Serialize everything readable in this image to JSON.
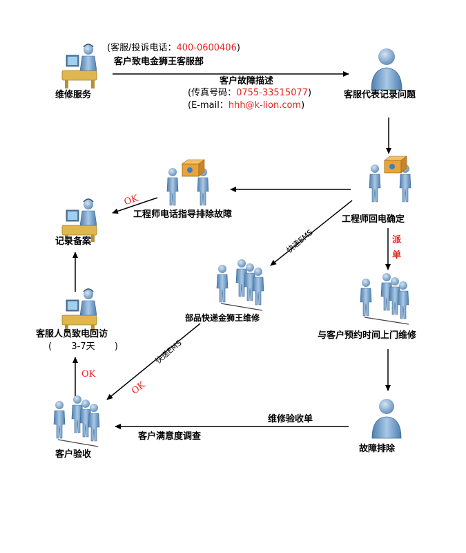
{
  "colors": {
    "accent_red": "#e8231f",
    "person_blue": "#7fa9d0",
    "person_dark": "#3e6a96",
    "box_orange": "#e8a33a",
    "desk_yellow": "#e0b64e"
  },
  "icons": {
    "service_agent": "agent-at-desk-icon",
    "single_person": "person-icon",
    "handover": "person-handing-box-icon",
    "team": "team-icon"
  },
  "nodes": {
    "repair_service": "维修服务",
    "csr_record": "客服代表记录问题",
    "engineer_callback": "工程师回电确定",
    "engineer_phone_guide": "工程师电话指导排除故障",
    "record_archive": "记录备案",
    "parts_express": "部品快递金狮王维修",
    "onsite_repair": "与客户预约时间上门维修",
    "cs_callback_line1": "客服人员致电回访",
    "cs_callback_open": "(",
    "cs_callback_days": "3-7天",
    "cs_callback_close": ")",
    "customer_accept": "客户验收",
    "fault_cleared": "故障排除"
  },
  "contact": {
    "hotline_label": "(客服/投诉电话：",
    "hotline_number": "400-0600406",
    "hotline_close": ")",
    "call_text": "客户致电金狮王客服部",
    "fault_desc": "客户故障描述",
    "fax_label": "(传真号码：",
    "fax_number": "0755-33515077",
    "fax_close": ")",
    "email_label": "(E-mail：",
    "email_value": "hhh@k-lion.com",
    "email_close": ")"
  },
  "edge_labels": {
    "ok_top": "OK",
    "ems_top": "快递EMS",
    "dispatch_1": "派",
    "dispatch_2": "单",
    "ems_bottom": "快递EMS",
    "ok_left": "OK",
    "ok_diag": "OK",
    "repair_acceptance_sheet": "维修验收单",
    "satisfaction_survey": "客户满意度调查"
  }
}
